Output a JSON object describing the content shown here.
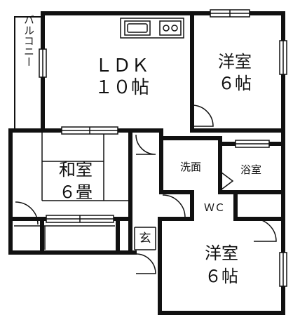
{
  "rooms": {
    "balcony": "バルコニー",
    "ldk_name": "ＬＤＫ",
    "ldk_size": "１０帖",
    "western_top_name": "洋室",
    "western_top_size": "６帖",
    "japanese_name": "和室",
    "japanese_size": "６畳",
    "washroom": "洗面",
    "bathroom": "浴室",
    "wc": "ＷＣ",
    "entrance": "玄",
    "western_bottom_name": "洋室",
    "western_bottom_size": "６帖"
  }
}
